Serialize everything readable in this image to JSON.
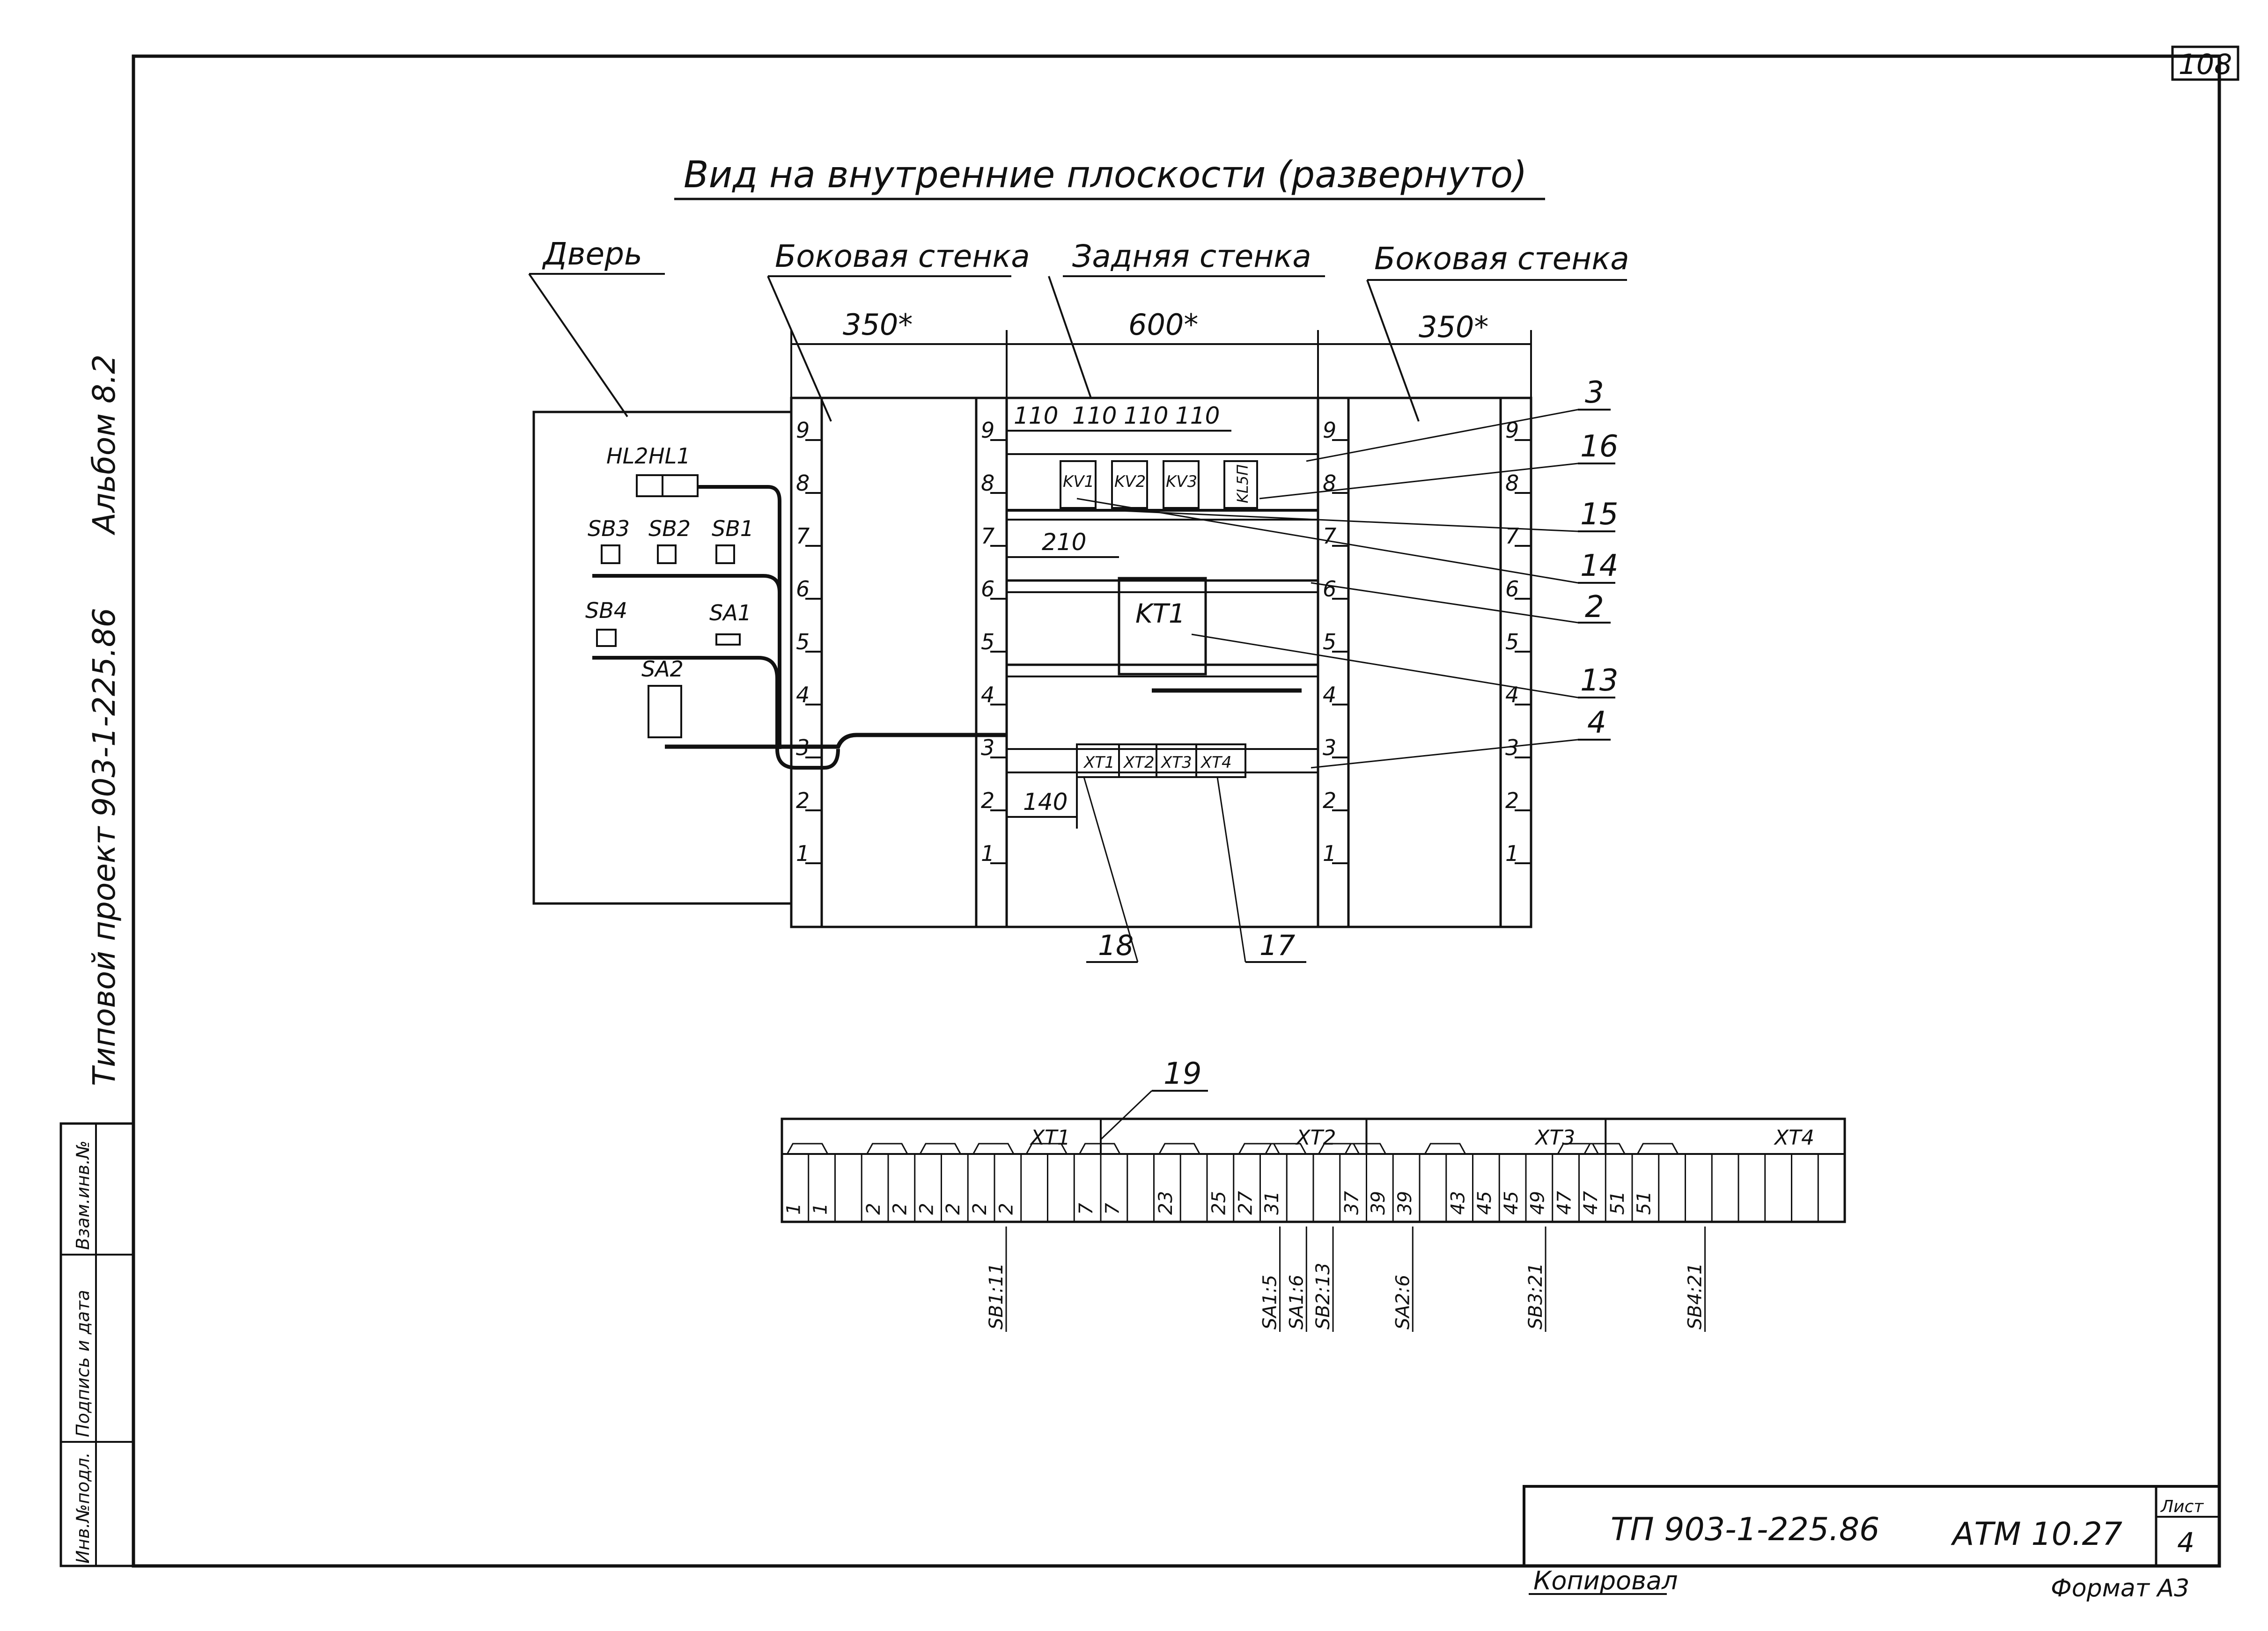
{
  "sheet_number": "108",
  "title": "Вид на внутренние плоскости (развернуто)",
  "labels": {
    "door": "Дверь",
    "side_wall_left": "Боковая стенка",
    "back_wall": "Задняя стенка",
    "side_wall_right": "Боковая стенка"
  },
  "dimensions": {
    "left_width": "350*",
    "center_width": "600*",
    "right_width": "350*",
    "relay_pitch": [
      "110",
      "110",
      "110",
      "110"
    ],
    "kt1_offset": "210",
    "xt_offset": "140"
  },
  "scale_marks": [
    "9",
    "8",
    "7",
    "6",
    "5",
    "4",
    "3",
    "2",
    "1"
  ],
  "door_devices": {
    "lamps": [
      "HL2",
      "HL1"
    ],
    "buttons_row1": [
      "SB3",
      "SB2",
      "SB1"
    ],
    "sb4": "SB4",
    "sa1": "SA1",
    "sa2": "SA2"
  },
  "relays": [
    "KV1",
    "KV2",
    "KV3",
    "KL5П"
  ],
  "timer": "KT1",
  "terminal_blocks": [
    "XT1",
    "XT2",
    "XT3",
    "XT4"
  ],
  "callouts": [
    "3",
    "16",
    "15",
    "14",
    "2",
    "13",
    "4",
    "18",
    "17",
    "19"
  ],
  "terminal_strip": {
    "groups": [
      "XT1",
      "XT2",
      "XT3",
      "XT4"
    ],
    "cells": [
      "1",
      "1",
      "",
      "2",
      "2",
      "2",
      "2",
      "2",
      "2",
      "",
      "",
      "7",
      "7",
      "",
      "23",
      "",
      "25",
      "27",
      "31",
      "",
      "",
      "37",
      "39",
      "39",
      "",
      "43",
      "45",
      "45",
      "49",
      "47",
      "47",
      "51",
      "51",
      "",
      "",
      "",
      "",
      "",
      "",
      ""
    ],
    "wires": [
      "SB1:11",
      "SA1:5",
      "SA1:6",
      "SB2:13",
      "SA2:6",
      "SB3:21",
      "SB4:21"
    ]
  },
  "side_stamp": {
    "album": "Альбом 8.2",
    "project": "Типовой проект 903-1-225.86"
  },
  "left_stamp_labels": [
    "Инв.№подл.",
    "Подпись и дата",
    "Взам.инв.№"
  ],
  "title_block": {
    "project_code": "ТП 903-1-225.86",
    "drawing_code": "АТМ 10.27",
    "sheet_label": "Лист",
    "sheet_no": "4",
    "copied_by": "Копировал",
    "format": "Формат А3"
  }
}
